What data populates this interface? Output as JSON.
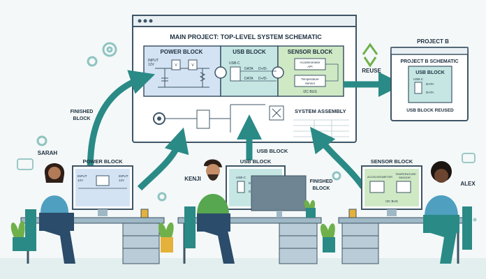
{
  "main_project": {
    "title": "MAIN PROJECT: TOP-LEVEL SYSTEM SCHEMATIC",
    "power_block": {
      "title": "POWER BLOCK",
      "input_label": "INPUT",
      "input_voltage": "12V",
      "reg_v1": "V",
      "reg_v2": "V"
    },
    "usb_block": {
      "title": "USB BLOCK",
      "usb_c": "USB-C",
      "data1": "DATA",
      "data2": "DATA",
      "dd1": "D+/D-",
      "dd2": "D+/D-"
    },
    "sensor_block": {
      "title": "SENSOR BLOCK",
      "accel": "Accelerometer",
      "api": "API",
      "temp": "Temperature",
      "sensor": "Sensor",
      "i2c": "I2C BUS"
    },
    "assembly": "SYSTEM ASSEMBLY"
  },
  "project_b": {
    "label": "PROJECT B",
    "title": "PROJECT B SCHEMATIC",
    "block_title": "USB BLOCK",
    "usb_c": "USB-C",
    "data1": "DATA",
    "data2": "DATA",
    "reused": "USB BLOCK REUSED"
  },
  "reuse_label": "REUSE",
  "arrows": {
    "left": [
      "FINISHED",
      "BLOCK"
    ],
    "middle": "USB BLOCK",
    "right": [
      "FINISHED",
      "BLOCK"
    ]
  },
  "people": [
    {
      "name": "SARAH",
      "monitor_title": "POWER BLOCK",
      "m1": "INPUT",
      "m2": "12V",
      "m3": "INPUT",
      "m4": "12V"
    },
    {
      "name": "KENJI",
      "monitor_title": "USB BLOCK",
      "m1": "USB-C",
      "m2": "D+/D-",
      "m3": "D+/D-"
    },
    {
      "name": "ALEX",
      "monitor_title": "SENSOR BLOCK",
      "m1": "ACCELEROMETER",
      "m2": "TEMPERATURE",
      "m3": "SENSOR",
      "m4": "I2C BUS"
    }
  ],
  "colors": {
    "teal": "#2a8a86",
    "power": "#d4e3f4",
    "usb": "#c6e6e4",
    "sensor": "#cfe9c5",
    "ink": "#1d2f3f"
  }
}
